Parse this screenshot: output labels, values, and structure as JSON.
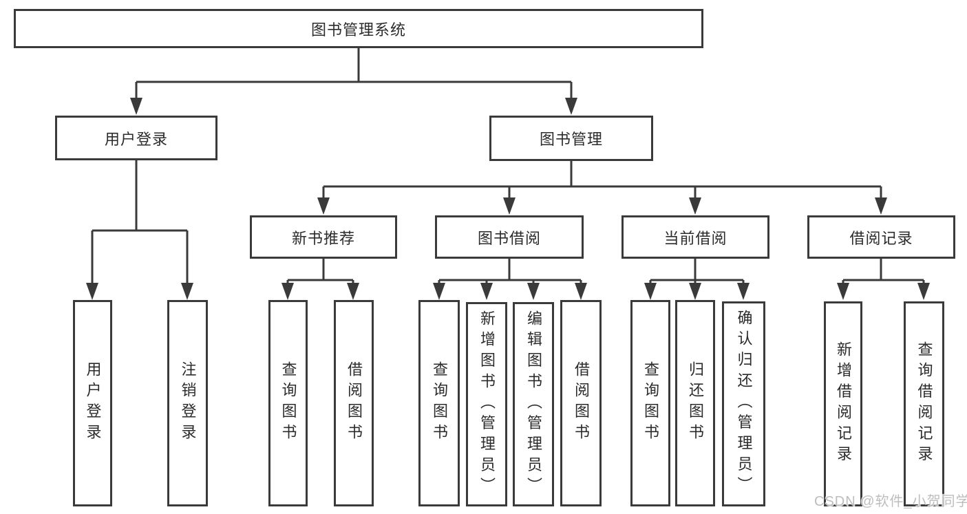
{
  "diagram": {
    "root": {
      "label": "图书管理系统"
    },
    "branches": [
      {
        "label": "用户登录",
        "children": [
          {
            "label": "用户登录"
          },
          {
            "label": "注销登录"
          }
        ]
      },
      {
        "label": "图书管理",
        "children": [
          {
            "label": "新书推荐",
            "children": [
              {
                "label": "查询图书"
              },
              {
                "label": "借阅图书"
              }
            ]
          },
          {
            "label": "图书借阅",
            "children": [
              {
                "label": "查询图书"
              },
              {
                "label": "新增图书（管理员）"
              },
              {
                "label": "编辑图书（管理员）"
              },
              {
                "label": "借阅图书"
              }
            ]
          },
          {
            "label": "当前借阅",
            "children": [
              {
                "label": "查询图书"
              },
              {
                "label": "归还图书"
              },
              {
                "label": "确认归还（管理员）"
              }
            ]
          },
          {
            "label": "借阅记录",
            "children": [
              {
                "label": "新增借阅记录"
              },
              {
                "label": "查询借阅记录"
              }
            ]
          }
        ]
      }
    ]
  },
  "watermark": {
    "text": "CSDN @软件_小贺同学"
  },
  "colors": {
    "line": "#3a3a3a",
    "text": "#2b2b2b",
    "watermark": "#bdbdbd",
    "background": "#ffffff"
  }
}
